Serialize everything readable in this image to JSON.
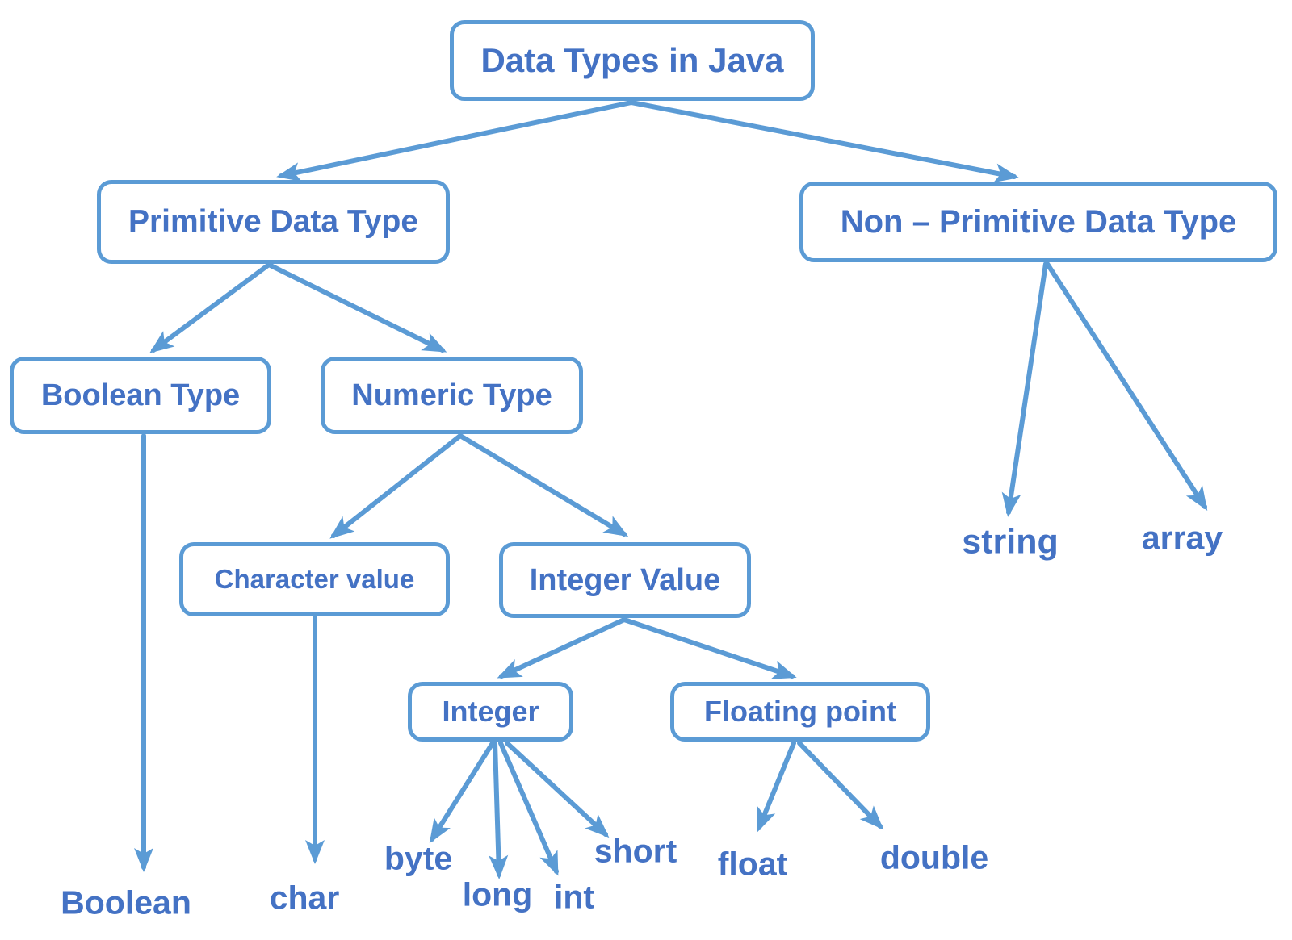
{
  "diagram": {
    "colors": {
      "stroke": "#5b9bd5",
      "text": "#4472c4",
      "background": "#ffffff"
    },
    "nodes": {
      "root": {
        "label": "Data Types in Java"
      },
      "primitive": {
        "label": "Primitive Data Type"
      },
      "non_primitive": {
        "label": "Non – Primitive Data Type"
      },
      "boolean_type": {
        "label": "Boolean Type"
      },
      "numeric_type": {
        "label": "Numeric Type"
      },
      "character_value": {
        "label": "Character value"
      },
      "integer_value": {
        "label": "Integer Value"
      },
      "integer": {
        "label": "Integer"
      },
      "floating_point": {
        "label": "Floating point"
      },
      "boolean": {
        "label": "Boolean"
      },
      "char": {
        "label": "char"
      },
      "byte": {
        "label": "byte"
      },
      "long": {
        "label": "long"
      },
      "int": {
        "label": "int"
      },
      "short": {
        "label": "short"
      },
      "float": {
        "label": "float"
      },
      "double": {
        "label": "double"
      },
      "string": {
        "label": "string"
      },
      "array": {
        "label": "array"
      }
    },
    "edges": [
      {
        "from": "root",
        "to": "primitive"
      },
      {
        "from": "root",
        "to": "non_primitive"
      },
      {
        "from": "primitive",
        "to": "boolean_type"
      },
      {
        "from": "primitive",
        "to": "numeric_type"
      },
      {
        "from": "numeric_type",
        "to": "character_value"
      },
      {
        "from": "numeric_type",
        "to": "integer_value"
      },
      {
        "from": "integer_value",
        "to": "integer"
      },
      {
        "from": "integer_value",
        "to": "floating_point"
      },
      {
        "from": "boolean_type",
        "to": "boolean"
      },
      {
        "from": "character_value",
        "to": "char"
      },
      {
        "from": "integer",
        "to": "byte"
      },
      {
        "from": "integer",
        "to": "long"
      },
      {
        "from": "integer",
        "to": "int"
      },
      {
        "from": "integer",
        "to": "short"
      },
      {
        "from": "floating_point",
        "to": "float"
      },
      {
        "from": "floating_point",
        "to": "double"
      },
      {
        "from": "non_primitive",
        "to": "string"
      },
      {
        "from": "non_primitive",
        "to": "array"
      }
    ]
  }
}
